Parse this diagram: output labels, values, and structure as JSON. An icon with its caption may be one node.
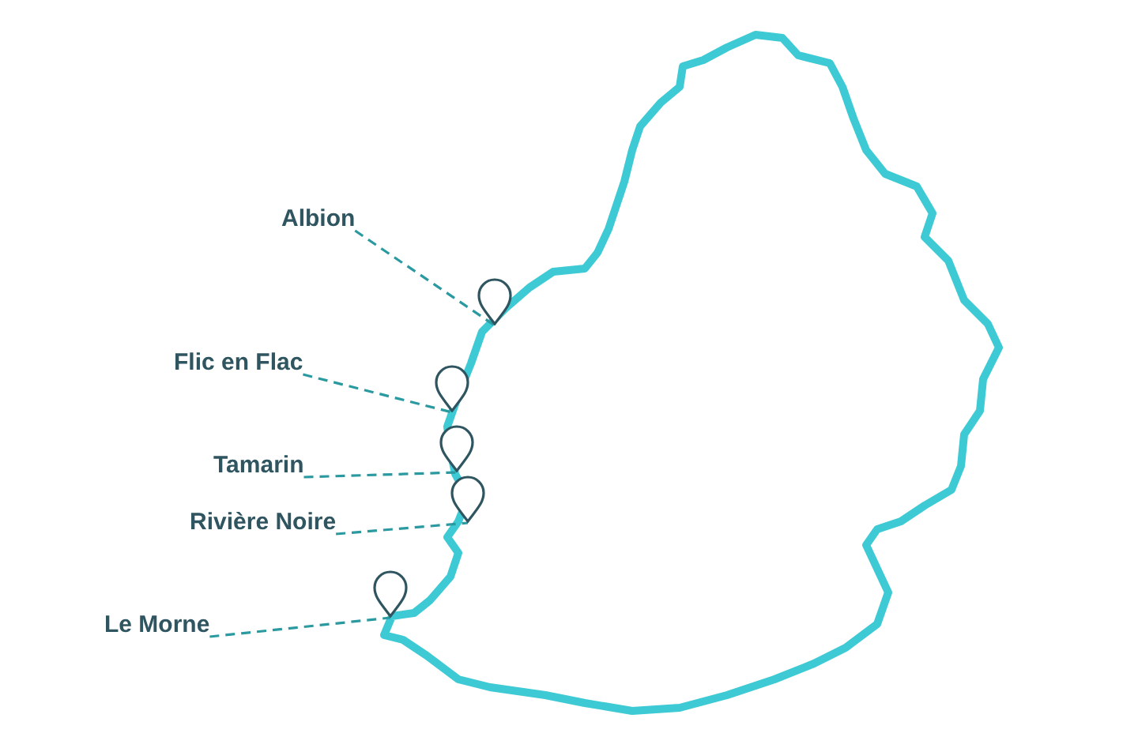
{
  "diagram": {
    "nodes": [
      {
        "text": [
          "Albion"
        ]
      },
      {
        "text": [
          "Flic en Flac"
        ]
      },
      {
        "text": [
          "Tamarin"
        ]
      },
      {
        "text": [
          "Rivière Noire"
        ]
      },
      {
        "text": [
          "Le Morne"
        ]
      },
      {
        "text": [],
        "shape": "pin"
      },
      {
        "text": [],
        "shape": "pin"
      },
      {
        "text": [],
        "shape": "pin"
      },
      {
        "text": [],
        "shape": "pin"
      },
      {
        "text": [],
        "shape": "pin"
      }
    ],
    "edges": [
      {
        "from": 0,
        "to": 5,
        "arrow": "none",
        "style": "dashed"
      },
      {
        "from": 1,
        "to": 6,
        "arrow": "none",
        "style": "dashed"
      },
      {
        "from": 2,
        "to": 7,
        "arrow": "none",
        "style": "dashed"
      },
      {
        "from": 3,
        "to": 8,
        "arrow": "none",
        "style": "dashed"
      },
      {
        "from": 4,
        "to": 9,
        "arrow": "none",
        "style": "dashed"
      }
    ]
  }
}
